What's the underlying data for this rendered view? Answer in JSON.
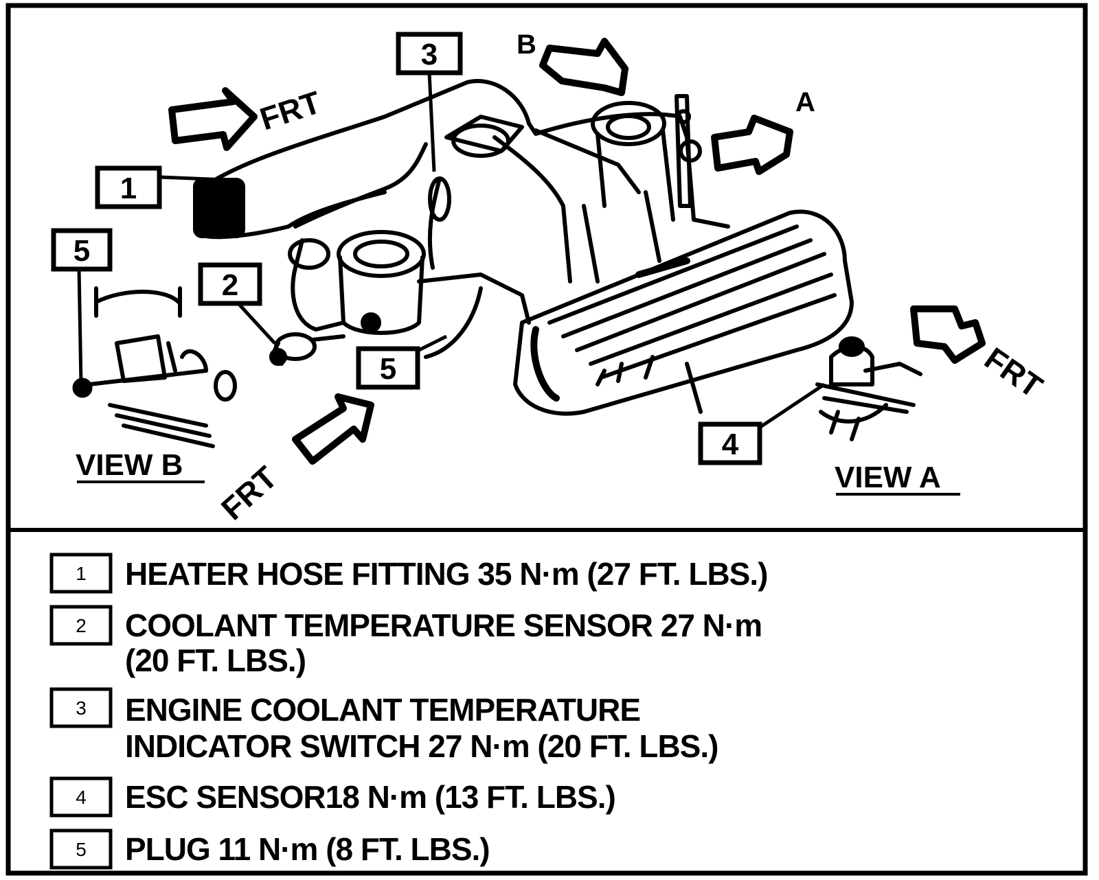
{
  "diagram": {
    "callouts": {
      "c1": "1",
      "c2": "2",
      "c3": "3",
      "c4": "4",
      "c5a": "5",
      "c5b": "5"
    },
    "view_markers": {
      "b": "B",
      "a": "A"
    },
    "view_labels": {
      "view_b": "VIEW B",
      "view_a": "VIEW A"
    },
    "frt_labels": {
      "top": "FRT",
      "bottom": "FRT",
      "right": "FRT"
    }
  },
  "legend": {
    "items": [
      {
        "number": "1",
        "lines": [
          "HEATER HOSE FITTING 35 N·m (27 FT. LBS.)"
        ]
      },
      {
        "number": "2",
        "lines": [
          "COOLANT TEMPERATURE SENSOR 27 N·m",
          "(20 FT. LBS.)"
        ]
      },
      {
        "number": "3",
        "lines": [
          "ENGINE COOLANT TEMPERATURE",
          "INDICATOR SWITCH 27 N·m (20 FT. LBS.)"
        ]
      },
      {
        "number": "4",
        "lines": [
          "ESC SENSOR18 N·m (13 FT. LBS.)"
        ]
      },
      {
        "number": "5",
        "lines": [
          "PLUG 11 N·m (8 FT. LBS.)"
        ]
      }
    ]
  }
}
